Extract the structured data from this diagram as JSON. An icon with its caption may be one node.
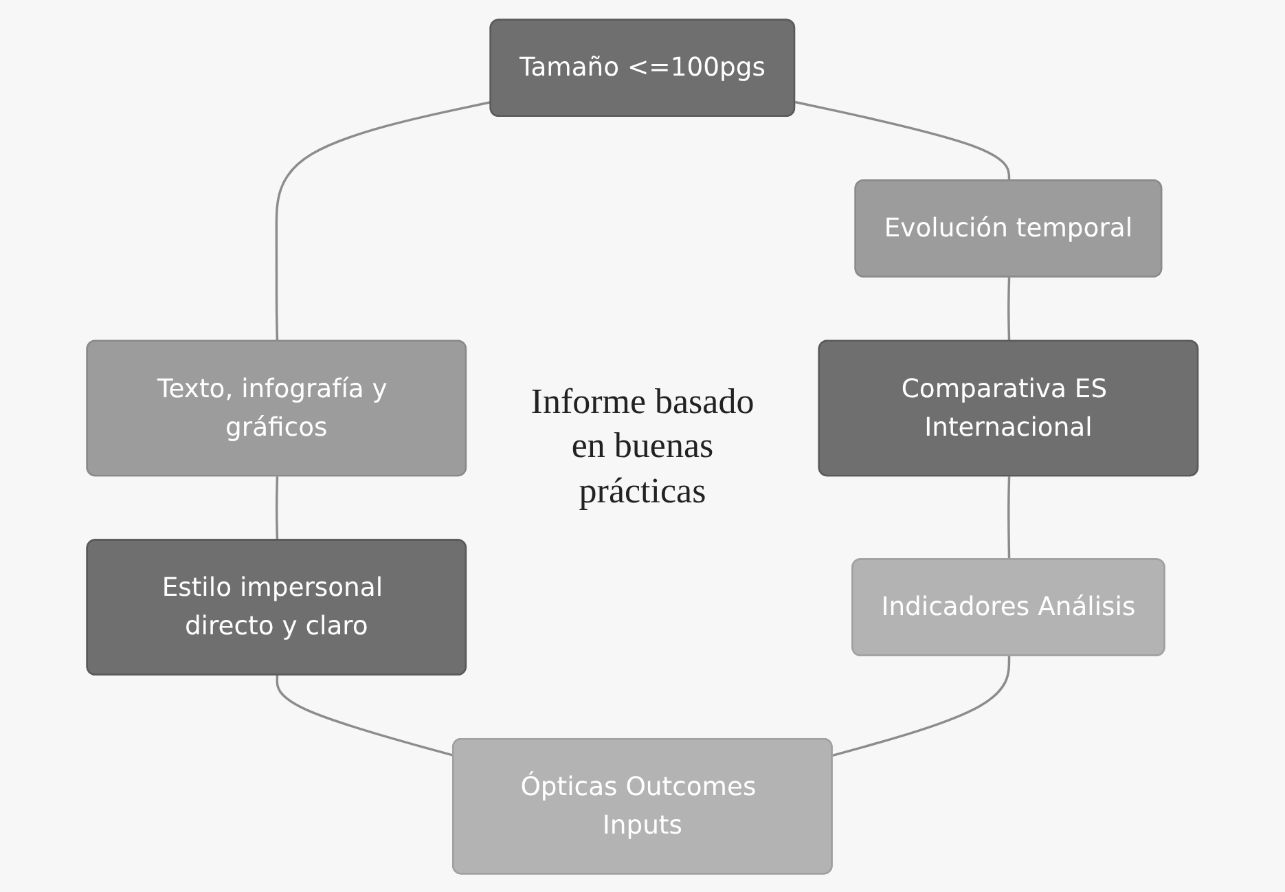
{
  "diagram": {
    "nodes": [
      {
        "text": [
          "Tamaño <=100pgs"
        ]
      },
      {
        "text": [
          "Evolución temporal"
        ]
      },
      {
        "text": [
          "Texto, infografía y gráficos"
        ]
      },
      {
        "text": [
          "Comparativa ES Internacional"
        ]
      },
      {
        "text": [
          "Estilo impersonal directo y claro"
        ]
      },
      {
        "text": [
          "Indicadores Análisis"
        ]
      },
      {
        "text": [
          "Ópticas Outcomes Inputs"
        ]
      }
    ],
    "edges": [
      {
        "from": 0,
        "to": 2,
        "arrow": "none"
      },
      {
        "from": 2,
        "to": 4,
        "arrow": "none"
      },
      {
        "from": 4,
        "to": 6,
        "arrow": "none"
      },
      {
        "from": 0,
        "to": 1,
        "arrow": "none"
      },
      {
        "from": 1,
        "to": 3,
        "arrow": "none"
      },
      {
        "from": 3,
        "to": 5,
        "arrow": "none"
      },
      {
        "from": 5,
        "to": 6,
        "arrow": "none"
      }
    ],
    "labels": [
      "Informe basado en buenas prácticas"
    ]
  }
}
